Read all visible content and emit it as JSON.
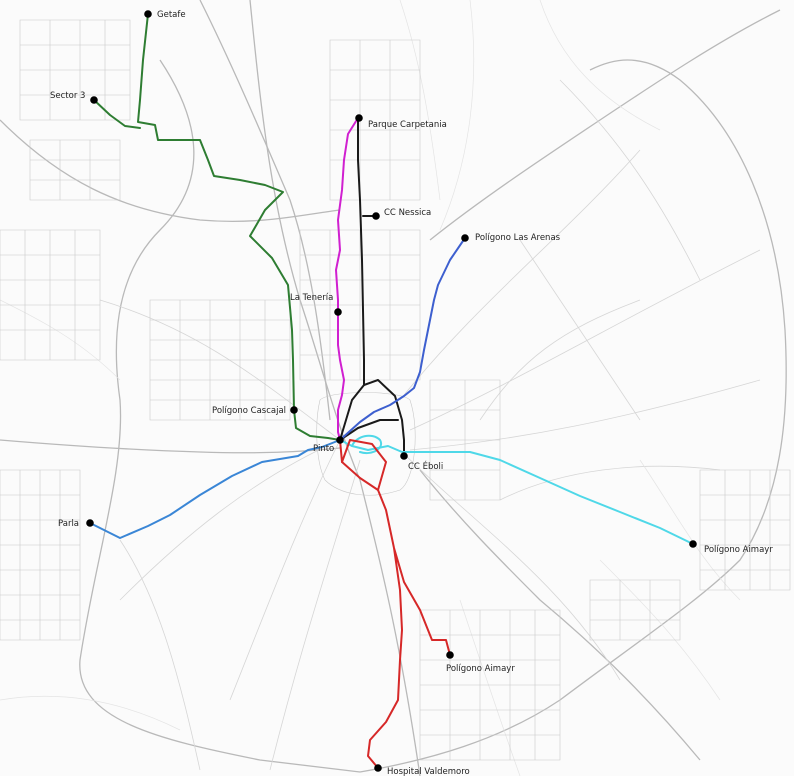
{
  "map": {
    "colors": {
      "background": "#fbfbfb",
      "road": "#b9b9b9",
      "stop": "#000000"
    },
    "routes": [
      {
        "id": "getafe-route",
        "color": "#2e7d32"
      },
      {
        "id": "carpetania-route",
        "color": "#d020d0"
      },
      {
        "id": "nessica-route",
        "color": "#1a1a1a"
      },
      {
        "id": "arenas-route",
        "color": "#3d5fcf"
      },
      {
        "id": "parla-route",
        "color": "#3a86d6"
      },
      {
        "id": "almayr-route",
        "color": "#4fd8e8"
      },
      {
        "id": "valdemoro-route",
        "color": "#d62828"
      }
    ],
    "stops": [
      {
        "name": "Getafe"
      },
      {
        "name": "Sector 3"
      },
      {
        "name": "Parque Carpetania"
      },
      {
        "name": "CC Nessica"
      },
      {
        "name": "Polígono Las Arenas"
      },
      {
        "name": "La Tenería"
      },
      {
        "name": "Polígono Cascajal"
      },
      {
        "name": "Pinto"
      },
      {
        "name": "CC Éboli"
      },
      {
        "name": "Parla"
      },
      {
        "name": "Polígono Aimayr"
      },
      {
        "name": "Polígono Aimayr"
      },
      {
        "name": "Hospital Valdemoro"
      }
    ]
  }
}
